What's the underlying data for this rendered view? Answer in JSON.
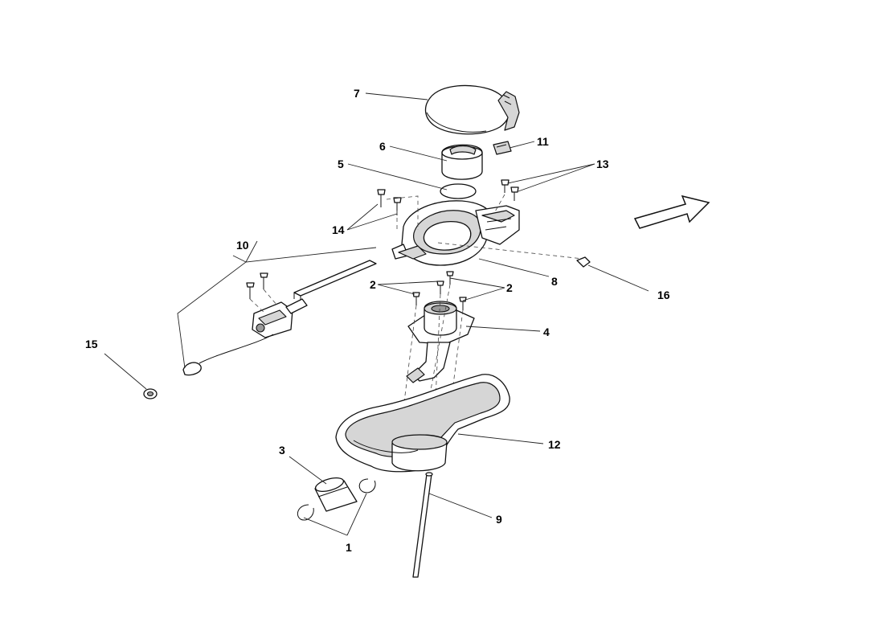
{
  "callouts": {
    "c1": "1",
    "c2a": "2",
    "c2b": "2",
    "c3": "3",
    "c4": "4",
    "c5": "5",
    "c6": "6",
    "c7": "7",
    "c8": "8",
    "c9": "9",
    "c10": "10",
    "c11": "11",
    "c12": "12",
    "c13": "13",
    "c14": "14",
    "c15": "15",
    "c16": "16"
  },
  "parts": [
    {
      "ref": "1",
      "kind": "circlip"
    },
    {
      "ref": "2",
      "kind": "screw"
    },
    {
      "ref": "3",
      "kind": "sleeve"
    },
    {
      "ref": "4",
      "kind": "filler-neck"
    },
    {
      "ref": "5",
      "kind": "seal"
    },
    {
      "ref": "6",
      "kind": "fuel-cap"
    },
    {
      "ref": "7",
      "kind": "fuel-flap"
    },
    {
      "ref": "8",
      "kind": "filler-housing"
    },
    {
      "ref": "9",
      "kind": "drain-hose"
    },
    {
      "ref": "10",
      "kind": "actuator-with-cable"
    },
    {
      "ref": "11",
      "kind": "clip"
    },
    {
      "ref": "12",
      "kind": "catch-tray"
    },
    {
      "ref": "13",
      "kind": "screw"
    },
    {
      "ref": "14",
      "kind": "screw"
    },
    {
      "ref": "15",
      "kind": "grommet"
    },
    {
      "ref": "16",
      "kind": "clip"
    }
  ],
  "colors": {
    "line": "#111111",
    "fill": "#ffffff",
    "shade": "#d6d6d6"
  }
}
